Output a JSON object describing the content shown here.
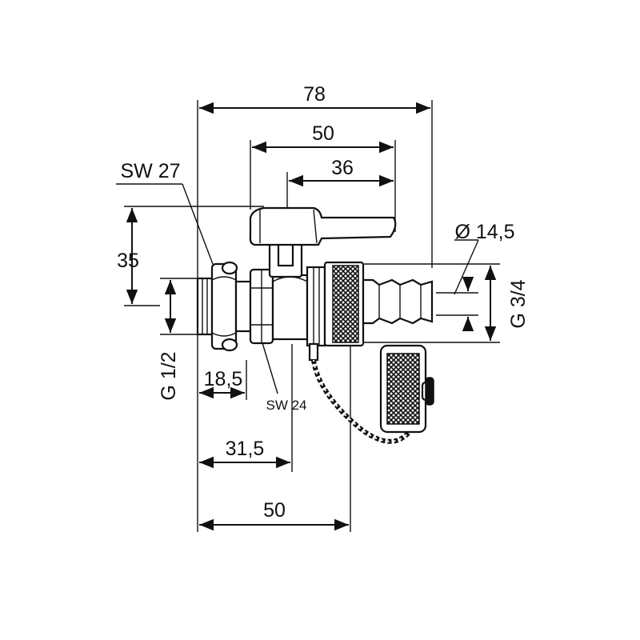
{
  "dimensions": {
    "overall_length": "78",
    "handle_span": "50",
    "handle_offset": "36",
    "hex_left": "SW 27",
    "hex_right": "SW 24",
    "height": "35",
    "thread_inlet": "G 1/2",
    "hose_diameter": "Ø 14,5",
    "thread_outlet": "G 3/4",
    "inlet_length": "18,5",
    "to_hex_length": "31,5",
    "to_nut_length": "50"
  },
  "colors": {
    "ink": "#111111",
    "background": "#ffffff"
  }
}
